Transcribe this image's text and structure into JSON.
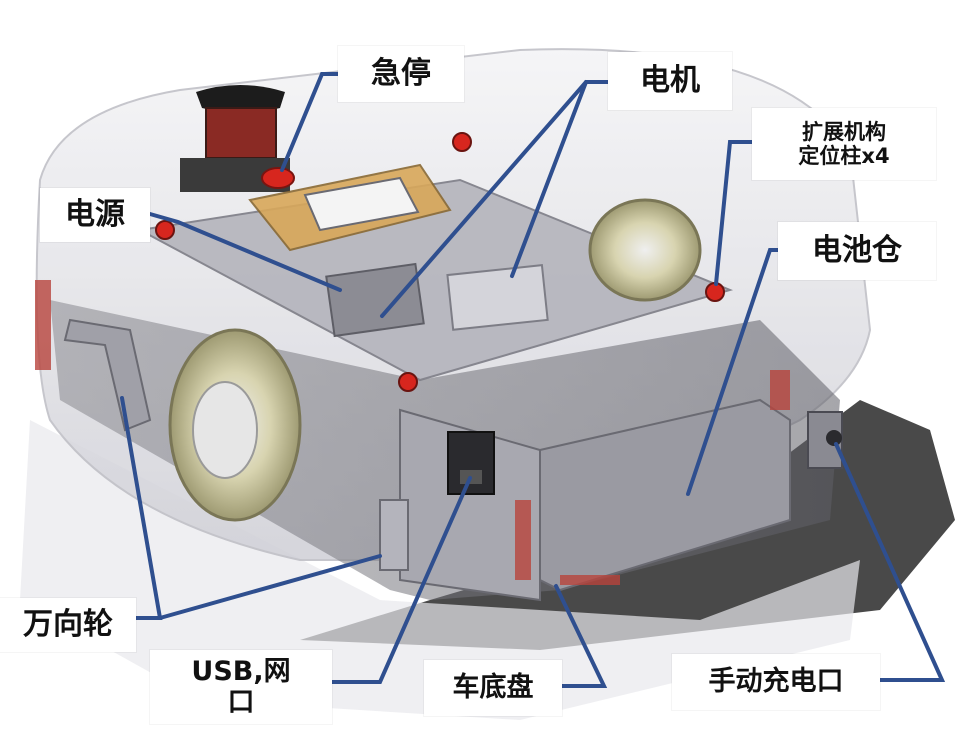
{
  "labels": {
    "emergency_stop": "急停",
    "motor": "电机",
    "expansion_line1": "扩展机构",
    "expansion_line2": "定位柱x4",
    "power": "电源",
    "battery": "电池仓",
    "caster": "万向轮",
    "usb_line1": "USB,网",
    "usb_line2": "口",
    "chassis": "车底盘",
    "charge_port": "手动充电口"
  },
  "colors": {
    "leader_line": "#2f4f8f",
    "shell": "#e6e6ea",
    "chassis_dark": "#6e6e74",
    "red_accent": "#b8443c",
    "wheel": "#c8c49a",
    "shadow": "#3a3a3a"
  }
}
